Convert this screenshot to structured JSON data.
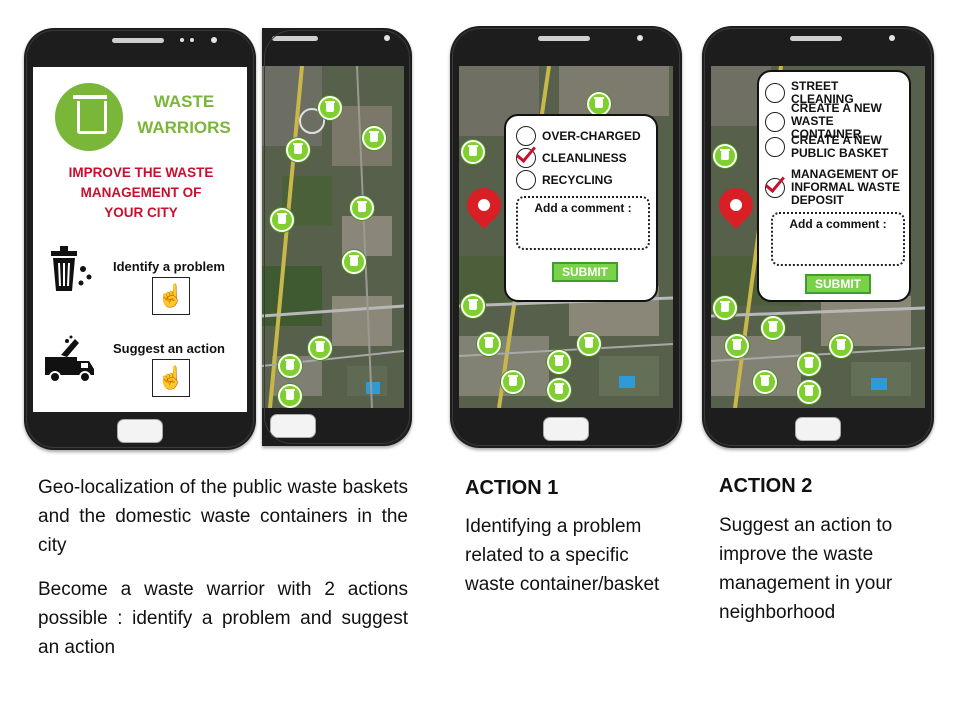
{
  "colors": {
    "brand_green": "#7ab637",
    "brand_red": "#c8102e",
    "submit_green": "#7bd24a",
    "pin_red": "#d81f26"
  },
  "phone1": {
    "brand_line1": "WASTE",
    "brand_line2": "WARRIORS",
    "tagline": "IMPROVE THE WASTE MANAGEMENT OF YOUR CITY",
    "menu": [
      {
        "label": "Identify a problem",
        "icon": "trash-can-icon",
        "action_icon": "tap-hand-icon"
      },
      {
        "label": "Suggest an action",
        "icon": "garbage-truck-icon",
        "action_icon": "tap-hand-icon"
      }
    ]
  },
  "phone3": {
    "options": [
      {
        "label": "OVER-CHARGED",
        "checked": false
      },
      {
        "label": "CLEANLINESS",
        "checked": true
      },
      {
        "label": "RECYCLING",
        "checked": false
      }
    ],
    "comment_label": "Add a comment :",
    "submit_label": "SUBMIT"
  },
  "phone4": {
    "options": [
      {
        "label": "STREET CLEANING",
        "checked": false
      },
      {
        "label": "CREATE A NEW WASTE CONTAINER",
        "checked": false
      },
      {
        "label": "CREATE A NEW PUBLIC BASKET",
        "checked": false
      },
      {
        "label": "MANAGEMENT OF INFORMAL WASTE DEPOSIT",
        "checked": true
      }
    ],
    "comment_label": "Add a comment :",
    "submit_label": "SUBMIT"
  },
  "captions": {
    "left_p1": "Geo-localization of the public waste baskets and the domestic waste containers in the city",
    "left_p2": "Become a waste warrior with 2 actions possible : identify a problem and suggest an action",
    "action1_title": "ACTION 1",
    "action1_text": "Identifying a problem related to a specific waste container/basket",
    "action2_title": "ACTION 2",
    "action2_text": "Suggest an action to improve the waste management in your neighborhood"
  }
}
